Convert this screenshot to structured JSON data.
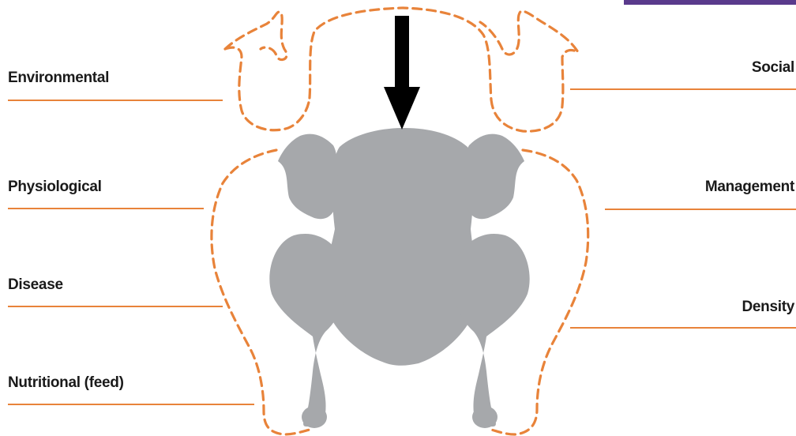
{
  "colors": {
    "accent_line": "#e8833a",
    "outline_dash": "#e8833a",
    "bird_fill": "#a6a8ab",
    "arrow": "#000000",
    "top_band": "#5a3a8c",
    "text": "#1a1a1a"
  },
  "labels": {
    "left": {
      "environmental": "Environmental",
      "physiological": "Physiological",
      "disease": "Disease",
      "nutritional": "Nutritional (feed)"
    },
    "right": {
      "social": "Social",
      "management": "Management",
      "density": "Density"
    }
  }
}
